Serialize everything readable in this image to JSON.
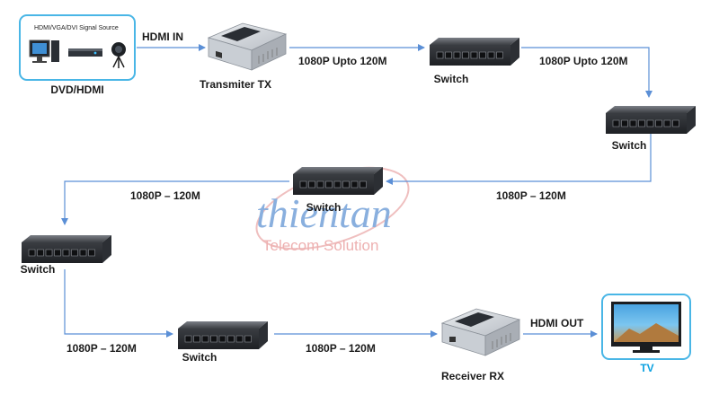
{
  "source_box": {
    "title": "HDMI/VGA/DVI Signal Source",
    "caption": "DVD/HDMI"
  },
  "devices": {
    "transmitter": "Transmiter TX",
    "receiver": "Receiver RX",
    "switch_1": "Switch",
    "switch_2": "Switch",
    "switch_3": "Switch",
    "switch_4": "Switch",
    "switch_5": "Switch"
  },
  "links": {
    "hdmi_in": "HDMI IN",
    "tx_to_sw1": "1080P Upto 120M",
    "sw1_to_sw2": "1080P Upto 120M",
    "sw2_to_sw3": "1080P – 120M",
    "sw3_to_sw4": "1080P – 120M",
    "sw4_to_sw5": "1080P – 120M",
    "sw5_to_rx": "1080P – 120M",
    "hdmi_out": "HDMI OUT"
  },
  "tv": {
    "caption": "TV"
  },
  "watermark": {
    "brand": "thientan",
    "tagline": "Telecom Solution"
  },
  "colors": {
    "connector_line": "#5b8fd6",
    "source_box_border": "#49b6e6",
    "tv_box_border": "#49b6e6",
    "tv_caption": "#0aa0e0",
    "watermark_brand": "#2a6fc4",
    "watermark_tagline": "#e07070"
  }
}
